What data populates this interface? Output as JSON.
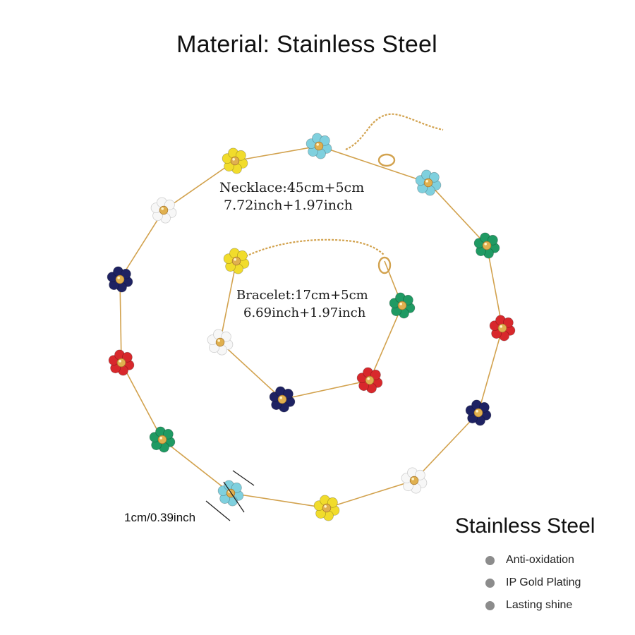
{
  "title": "Material: Stainless Steel",
  "necklace": {
    "line1": "Necklace:45cm+5cm",
    "line2": "7.72inch+1.97inch"
  },
  "bracelet": {
    "line1": "Bracelet:17cm+5cm",
    "line2": "6.69inch+1.97inch"
  },
  "flower_size": "1cm/0.39inch",
  "features": {
    "title": "Stainless Steel",
    "items": [
      "Anti-oxidation",
      "IP Gold Plating",
      "Lasting shine"
    ]
  },
  "colors": {
    "chain": "#d2a24e",
    "bead_center": "#e0b04f",
    "yellow": "#f1dc2c",
    "turquoise": "#7fd0de",
    "green": "#1f9a63",
    "red": "#d8282c",
    "navy": "#1e2262",
    "white": "#f7f7f7"
  },
  "necklace_flower_colors": [
    "yellow",
    "turquoise",
    "turquoise",
    "green",
    "red",
    "navy",
    "white",
    "yellow",
    "turquoise",
    "green",
    "red",
    "navy",
    "white"
  ],
  "bracelet_flower_colors": [
    "yellow",
    "green",
    "red",
    "navy",
    "white"
  ]
}
